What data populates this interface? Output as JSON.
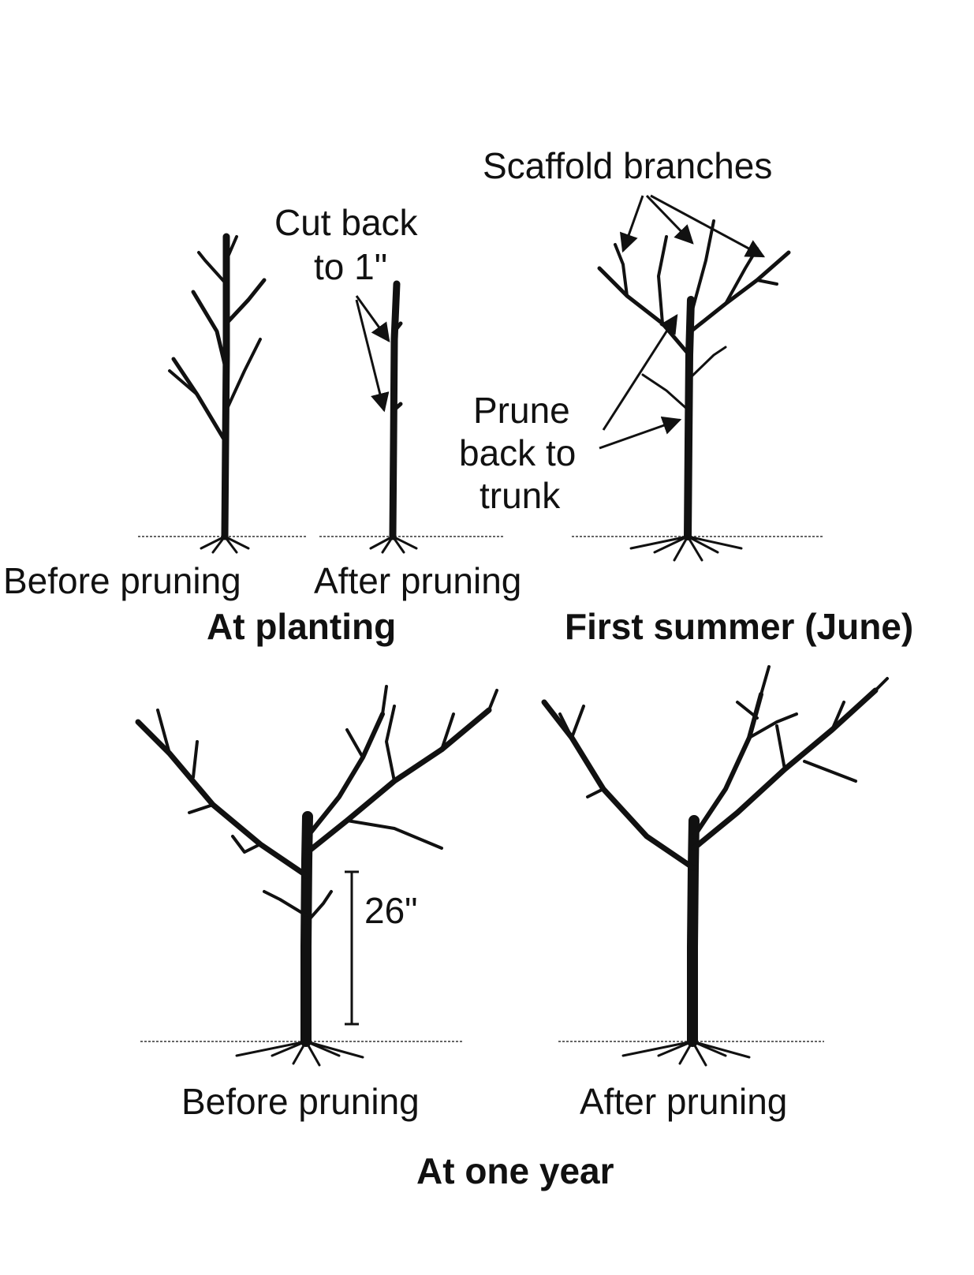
{
  "labels": {
    "scaffold_branches": "Scaffold branches",
    "cut_back_line1": "Cut back",
    "cut_back_line2": "to 1\"",
    "prune_line1": "Prune",
    "prune_line2": "back to",
    "prune_line3": "trunk",
    "before_pruning_top": "Before pruning",
    "after_pruning_top": "After pruning",
    "at_planting": "At planting",
    "first_summer": "First summer (June)",
    "height_marker": "26\"",
    "before_pruning_bottom": "Before pruning",
    "after_pruning_bottom": "After pruning",
    "at_one_year": "At one year"
  },
  "colors": {
    "ink": "#111111",
    "background": "#ffffff"
  }
}
